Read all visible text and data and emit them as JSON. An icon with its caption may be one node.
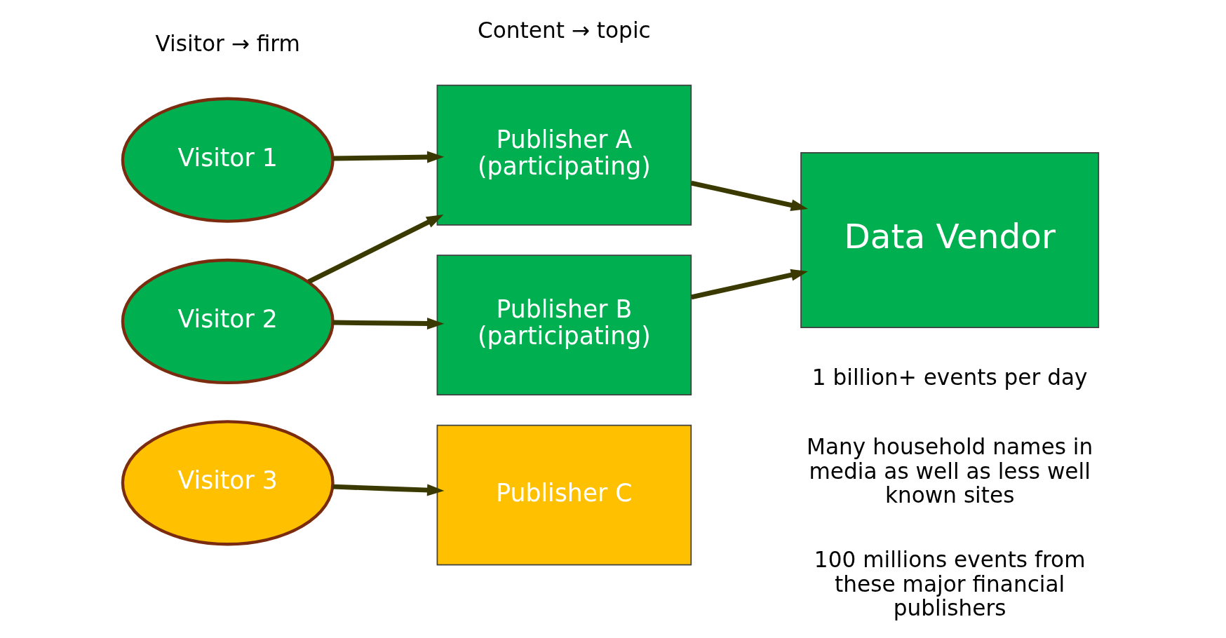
{
  "diagram": {
    "nodes": [
      {
        "text": [
          "Visitor 1"
        ]
      },
      {
        "text": [
          "Visitor 2"
        ]
      },
      {
        "text": [
          "Visitor 3"
        ]
      },
      {
        "text": [
          "Publisher A (participating)"
        ]
      },
      {
        "text": [
          "Publisher B (participating)"
        ]
      },
      {
        "text": [
          "Publisher C"
        ]
      },
      {
        "text": [
          "Data Vendor"
        ]
      }
    ],
    "edges": [
      {
        "from": 0,
        "to": 3,
        "arrow": "to"
      },
      {
        "from": 1,
        "to": 3,
        "arrow": "to"
      },
      {
        "from": 1,
        "to": 4,
        "arrow": "to"
      },
      {
        "from": 2,
        "to": 5,
        "arrow": "to"
      },
      {
        "from": 3,
        "to": 6,
        "arrow": "to"
      },
      {
        "from": 4,
        "to": 6,
        "arrow": "to"
      }
    ],
    "labels": [
      "Visitor → firm",
      "Content → topic",
      "1 billion+ events per day",
      "Many household names in media as well as less well known sites",
      "100 millions events from these major financial publishers"
    ]
  }
}
